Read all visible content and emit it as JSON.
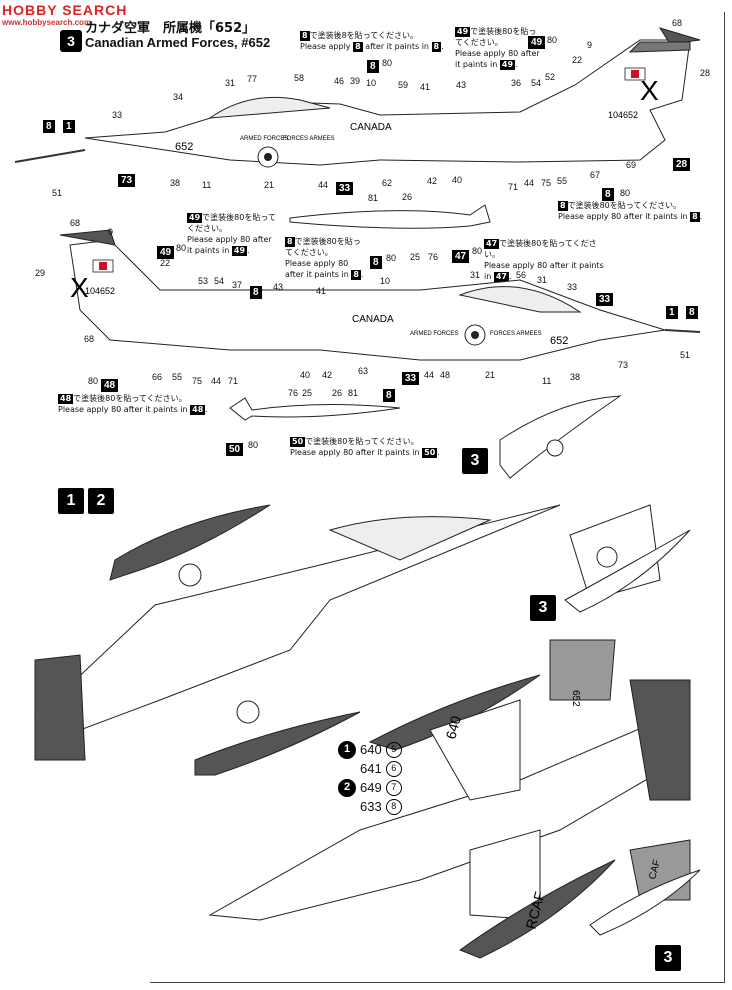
{
  "watermark": {
    "name": "HOBBY SEARCH",
    "sub": "www.hobbysearch.com"
  },
  "header": {
    "badge": "3",
    "title_jp": "カナダ空軍　所属機「652」",
    "title_en": "Canadian Armed Forces, #652"
  },
  "notes": {
    "n8": {
      "k": "8",
      "jp": "で塗装後8を貼ってください。",
      "en_pre": "Please apply",
      "k2": "8",
      "en_post": "after it paints in",
      "k3": "8"
    },
    "n49": {
      "k": "49",
      "jp": "で塗装後80を貼ってください。",
      "en_pre": "Please apply 80 after it paints in",
      "k3": "49"
    },
    "n8b": {
      "k": "8",
      "jp": "で塗装後80を貼ってください。",
      "en_pre": "Please apply 80 after it paints in",
      "k3": "8"
    },
    "n49b": {
      "k": "49",
      "jp": "で塗装後80を貼ってください。",
      "en_pre": "Please apply 80 after it paints in",
      "k3": "49"
    },
    "n8c": {
      "k": "8",
      "jp": "で塗装後80を貼ってください。",
      "en_pre": "Please apply 80 after it paints in",
      "k3": "8"
    },
    "n47": {
      "k": "47",
      "jp": "で塗装後80を貼ってください。",
      "en_pre": "Please apply 80 after it paints in",
      "k3": "47"
    },
    "n48": {
      "k": "48",
      "jp": "で塗装後80を貼ってください。",
      "en_pre": "Please apply 80 after it paints in",
      "k3": "48"
    },
    "n50": {
      "k": "50",
      "jp": "で塗装後80を貼ってください。",
      "en_pre": "Please apply 80 after it paints in",
      "k3": "50"
    }
  },
  "aircraft_markings": {
    "canada": "CANADA",
    "armed_forces": "ARMED FORCES",
    "forces_armees": "FORCES ARMEES",
    "serial_top": "104652",
    "code": "652",
    "tail_x": "X",
    "rcaf": "RCAF",
    "caf": "CAF",
    "fin_640": "640"
  },
  "serial_list": {
    "row1": {
      "badge": "1",
      "a": "640",
      "b": "5"
    },
    "row2": {
      "a": "641",
      "b": "6"
    },
    "row3": {
      "badge": "2",
      "a": "649",
      "b": "7"
    },
    "row4": {
      "a": "633",
      "b": "8"
    }
  },
  "badges": {
    "one": "1",
    "two": "2",
    "three": "3"
  },
  "callouts": {
    "top": [
      "68",
      "9",
      "22",
      "28",
      "49",
      "80",
      "8",
      "80",
      "59",
      "46",
      "39",
      "10",
      "58",
      "31",
      "77",
      "34",
      "33",
      "8",
      "1",
      "51",
      "73",
      "38",
      "11",
      "21",
      "44",
      "33",
      "62",
      "42",
      "40",
      "71",
      "44",
      "75",
      "55",
      "67",
      "69",
      "28",
      "8",
      "80",
      "36",
      "54",
      "52",
      "43",
      "41"
    ],
    "mid": [
      "68",
      "9",
      "49",
      "80",
      "29",
      "22",
      "53",
      "54",
      "37",
      "8",
      "43",
      "41",
      "10",
      "80",
      "8",
      "31",
      "56",
      "31",
      "33",
      "33",
      "1",
      "8",
      "68",
      "80",
      "48",
      "66",
      "55",
      "75",
      "44",
      "71",
      "40",
      "42",
      "63",
      "33",
      "44",
      "48",
      "21",
      "11",
      "38",
      "73",
      "51",
      "81",
      "26",
      "76",
      "25",
      "47",
      "80"
    ],
    "tank": [
      "76",
      "25",
      "26",
      "81",
      "8",
      "50",
      "80"
    ]
  },
  "colors": {
    "dark_grey": "#555555",
    "roundel_red": "#c8102e",
    "ink": "#111111"
  }
}
